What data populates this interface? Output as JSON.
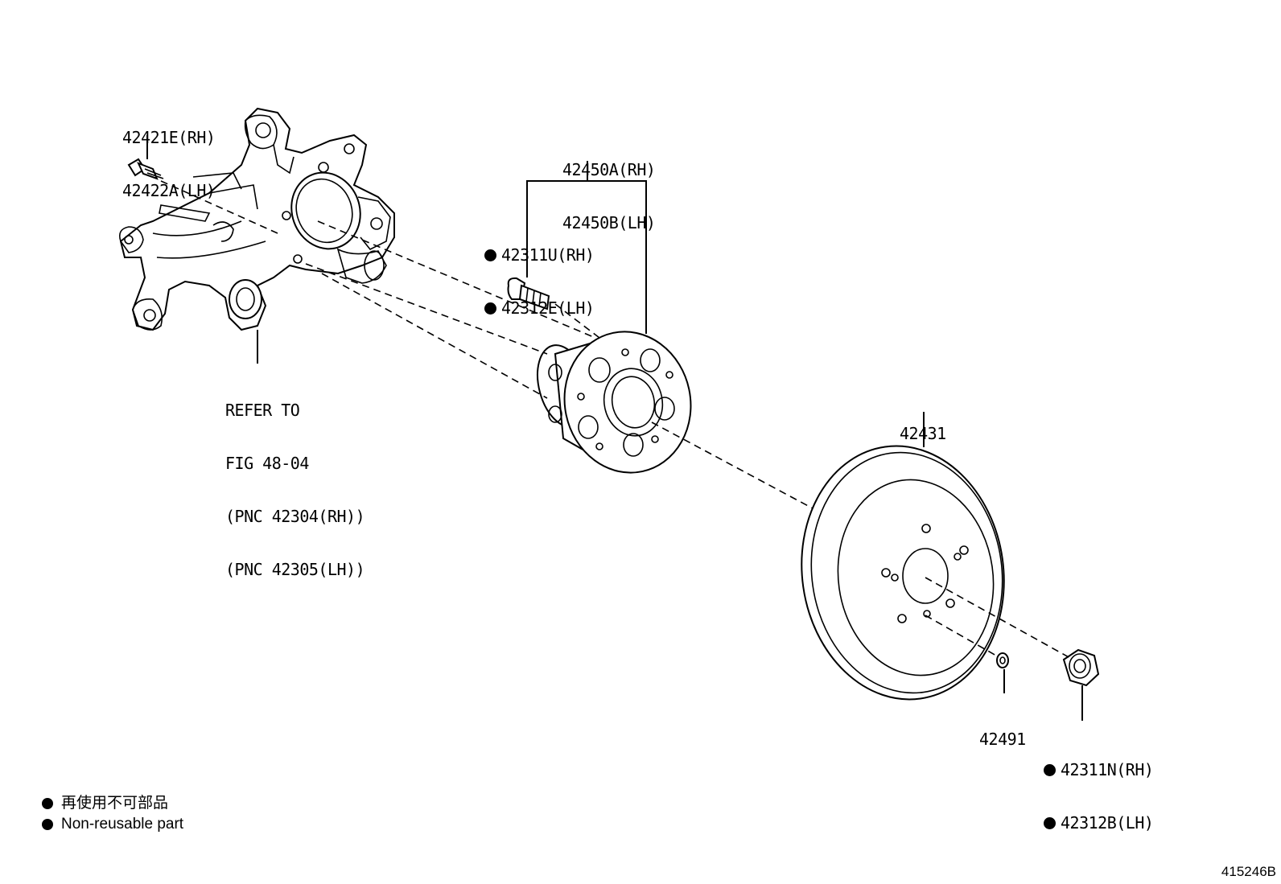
{
  "labels": {
    "bolt_42421": {
      "lines": [
        "42421E(RH)",
        "42422A(LH)"
      ]
    },
    "hub_42450": {
      "lines": [
        "42450A(RH)",
        "42450B(LH)"
      ]
    },
    "stud_42311": {
      "lines": [
        "42311U(RH)",
        "42312E(LH)"
      ],
      "non_reusable": true
    },
    "knuckle_ref": {
      "lines": [
        "REFER TO",
        "FIG 48-04",
        "(PNC 42304(RH))",
        "(PNC 42305(LH))"
      ]
    },
    "disc_42431": {
      "lines": [
        "42431"
      ]
    },
    "plug_42491": {
      "lines": [
        "42491"
      ]
    },
    "nut_42311": {
      "lines": [
        "42311N(RH)",
        "42312B(LH)"
      ],
      "non_reusable": true
    }
  },
  "legend": {
    "items": [
      {
        "text": "再使用不可部品"
      },
      {
        "text": "Non-reusable part"
      }
    ]
  },
  "figure_number": "415246B"
}
